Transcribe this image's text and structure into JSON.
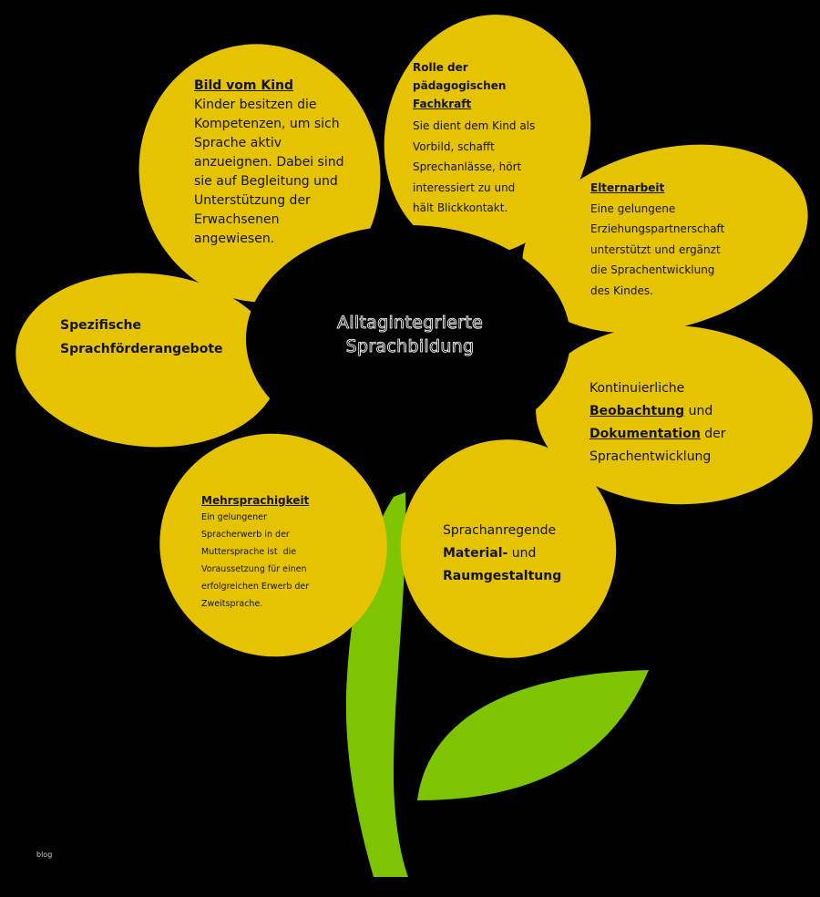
{
  "colors": {
    "background": "#000000",
    "petal": "#e6c300",
    "center": "#000000",
    "stem": "#7fc400",
    "leaf": "#7fc400",
    "text": "#141414"
  },
  "center": {
    "line1": "Alltagintegrierte",
    "line2": "Sprachbildung"
  },
  "petals": {
    "bild": {
      "title": "Bild vom Kind",
      "lines": [
        "Kinder besitzen die",
        "Kompetenzen, um sich",
        "Sprache aktiv",
        "anzueignen. Dabei sind",
        "sie auf Begleitung und",
        "Unterstützung der",
        "Erwachsenen",
        "angewiesen."
      ]
    },
    "rolle": {
      "title": [
        "Rolle der",
        "pädagogischen",
        "Fachkraft"
      ],
      "lines": [
        "Sie dient dem Kind als",
        "Vorbild, schafft",
        "Sprechanlässe, hört",
        "interessiert zu und",
        "hält Blickkontakt."
      ]
    },
    "eltern": {
      "title": "Elternarbeit",
      "lines": [
        "Eine gelungene",
        "Erziehungspartnerschaft",
        "unterstützt und ergänzt",
        "die Sprachentwicklung",
        "des Kindes."
      ]
    },
    "spezifisch": {
      "line1": "Spezifische",
      "line2": "Sprachförderangebote"
    },
    "kontinuierlich": {
      "line1": "Kontinuierliche",
      "beob": "Beobachtung",
      "und": " und",
      "doku": "Dokumentation",
      "der": " der",
      "line4": "Sprachentwicklung"
    },
    "mehr": {
      "title": "Mehrsprachigkeit",
      "lines": [
        "Ein gelungener",
        "Spracherwerb in der",
        "Muttersprache ist  die",
        "Voraussetzung für einen",
        "erfolgreichen Erwerb der",
        "Zweitsprache."
      ]
    },
    "material": {
      "line1": "Sprachanregende",
      "bold1": "Material-",
      "und": " und",
      "line3": "Raumgestaltung"
    }
  },
  "watermark": "blog"
}
